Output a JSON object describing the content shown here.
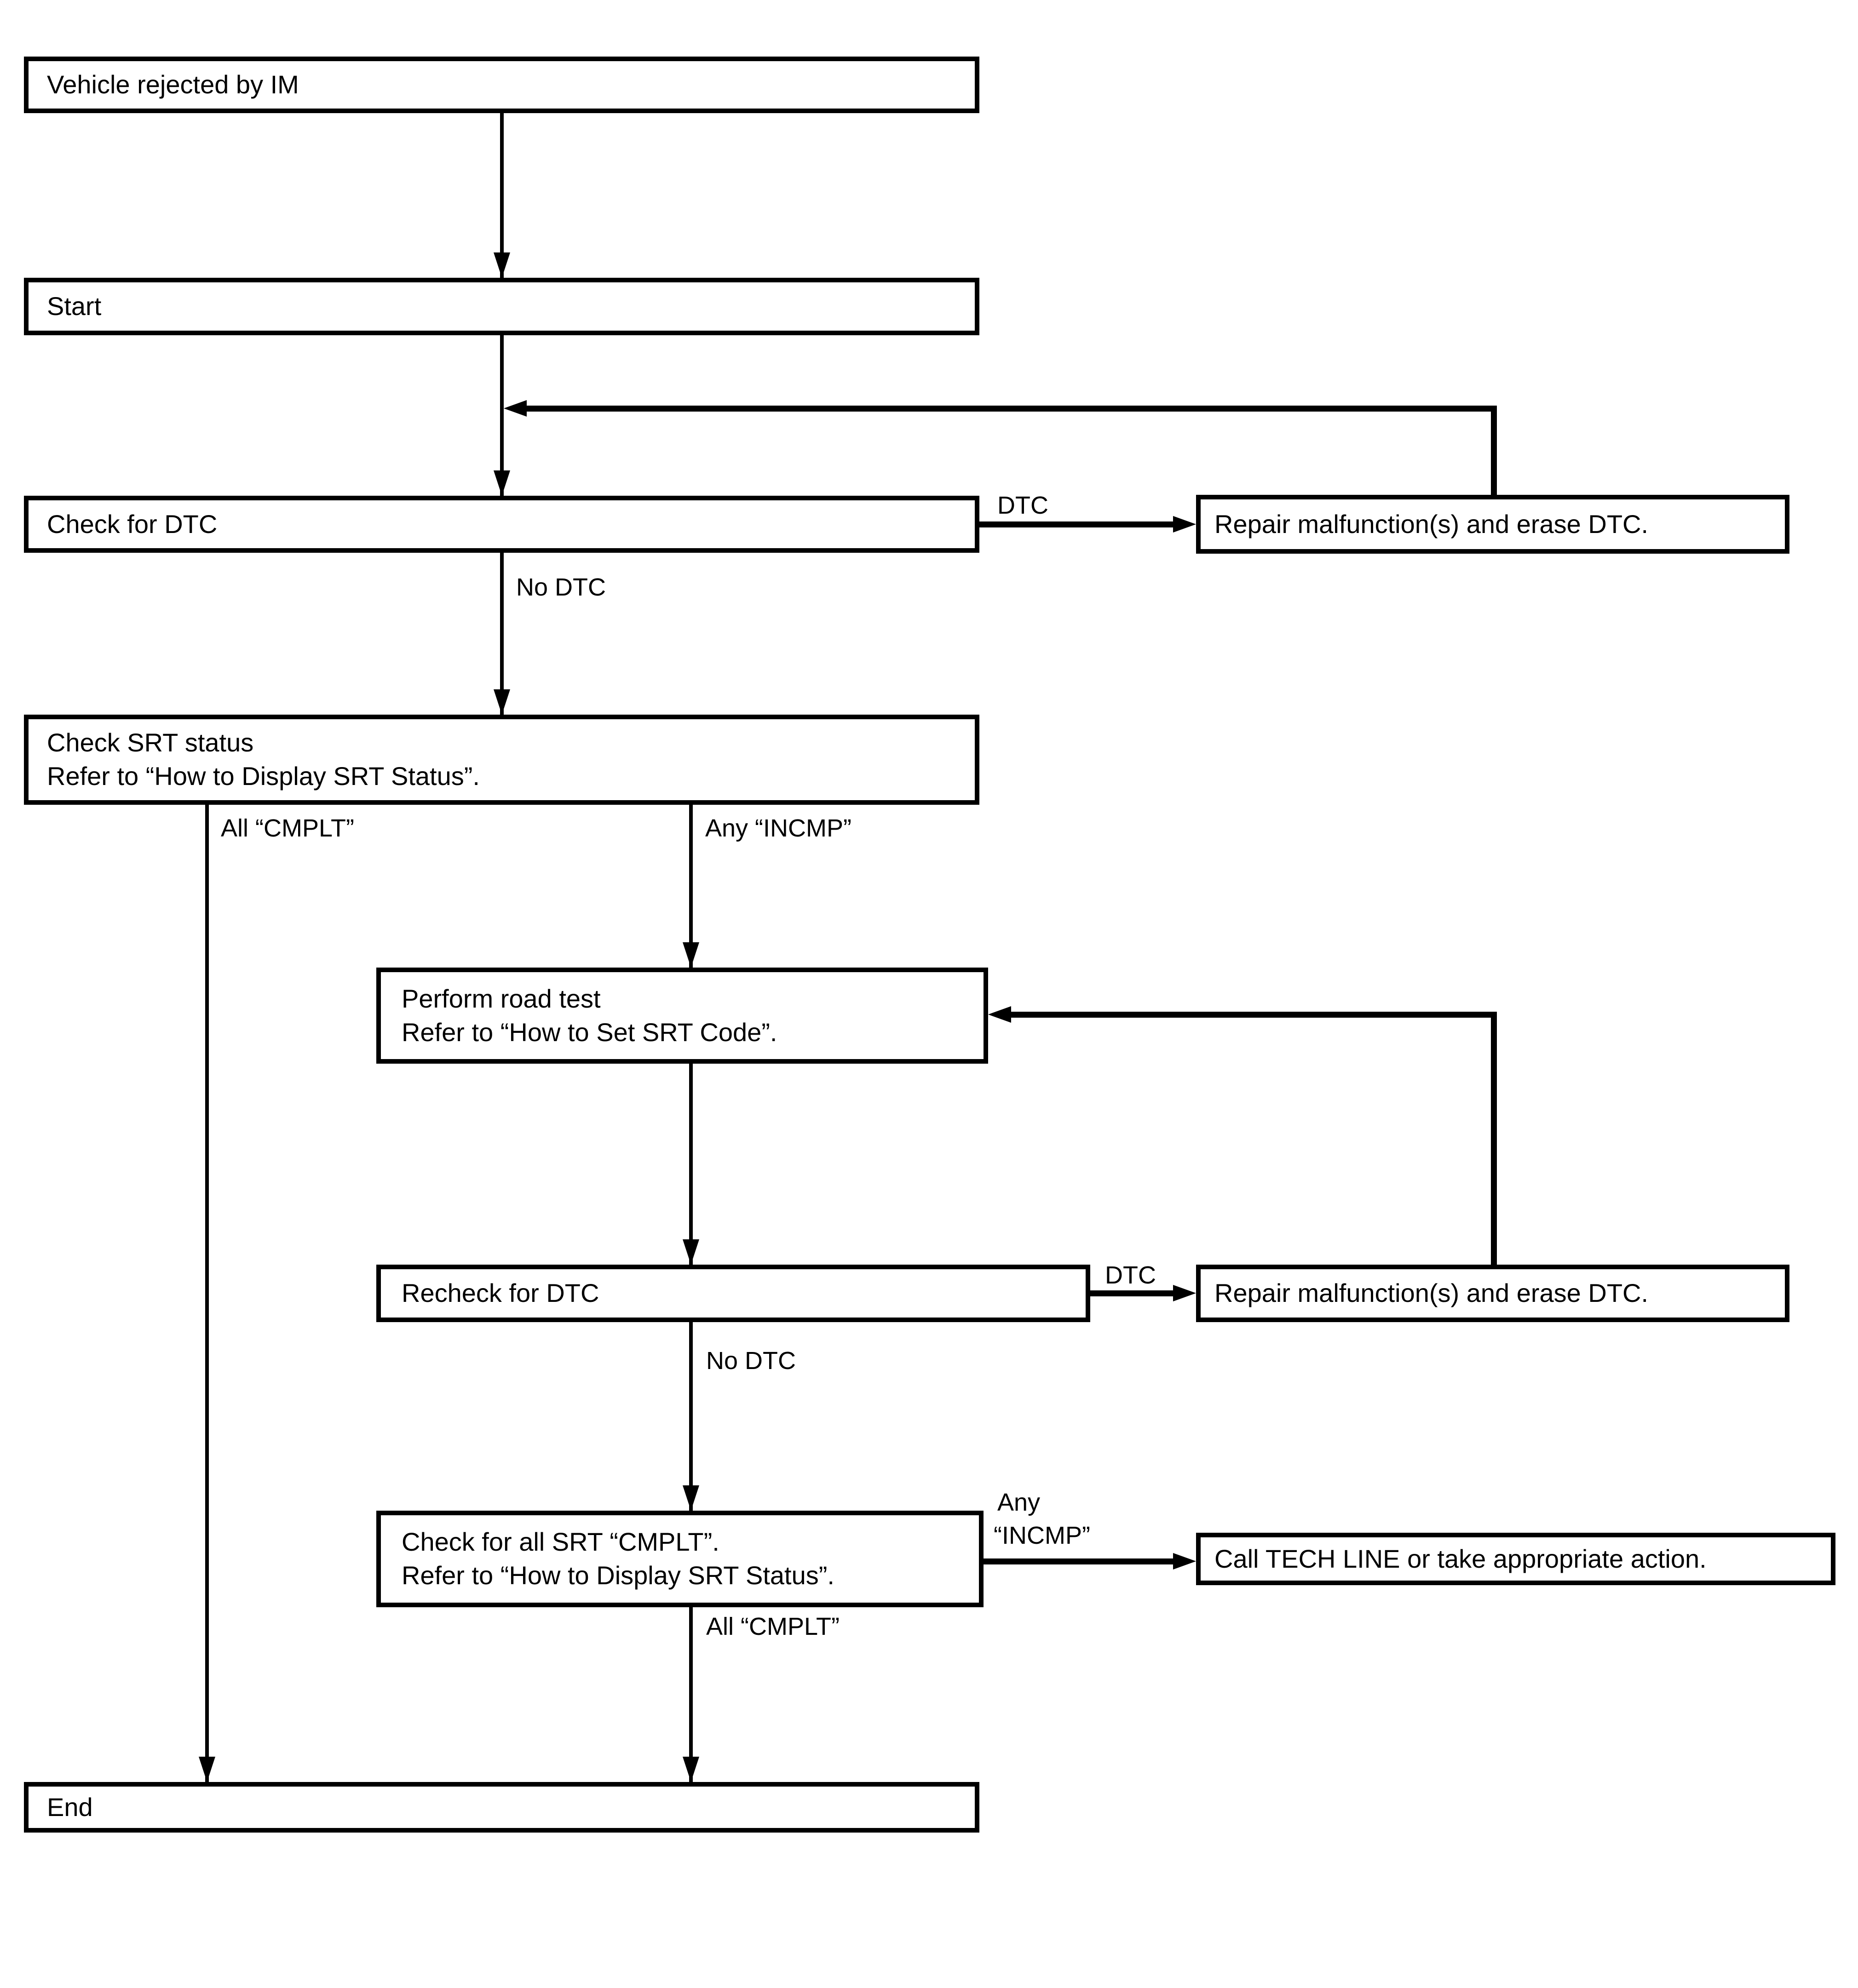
{
  "diagram": {
    "background_color": "#ffffff",
    "line_color": "#000000",
    "boxes": {
      "vehicle_rejected": {
        "label": "Vehicle rejected by IM"
      },
      "start": {
        "label": "Start"
      },
      "check_dtc": {
        "label": "Check for DTC"
      },
      "repair_1": {
        "label": "Repair malfunction(s) and erase DTC."
      },
      "check_srt": {
        "line1": "Check SRT status",
        "line2": "Refer to “How to Display SRT Status”."
      },
      "road_test": {
        "line1": "Perform road test",
        "line2": "Refer to “How to Set SRT Code”."
      },
      "recheck_dtc": {
        "label": "Recheck for DTC"
      },
      "repair_2": {
        "label": "Repair malfunction(s) and erase DTC."
      },
      "check_all_srt": {
        "line1": "Check for all SRT “CMPLT”.",
        "line2": "Refer to “How to Display SRT Status”."
      },
      "call_tech_line": {
        "label": "Call TECH LINE or take appropriate action."
      },
      "end": {
        "label": "End"
      }
    },
    "edge_labels": {
      "dtc_1": "DTC",
      "no_dtc_1": "No DTC",
      "all_cmplt_1": "All “CMPLT”",
      "any_incmp_1": "Any “INCMP”",
      "dtc_2": "DTC",
      "no_dtc_2": "No DTC",
      "any_2_line1": "Any",
      "any_2_line2": "“INCMP”",
      "all_cmplt_2": "All “CMPLT”"
    }
  }
}
